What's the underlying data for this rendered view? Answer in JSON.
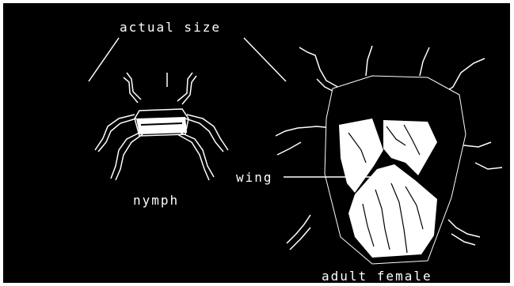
{
  "labels": {
    "actual_size": "actual size",
    "nymph": "nymph",
    "wing": "wing",
    "adult_female": "adult female"
  },
  "colors": {
    "background": "#000000",
    "ink": "#ffffff",
    "frame": "#ffffff"
  }
}
